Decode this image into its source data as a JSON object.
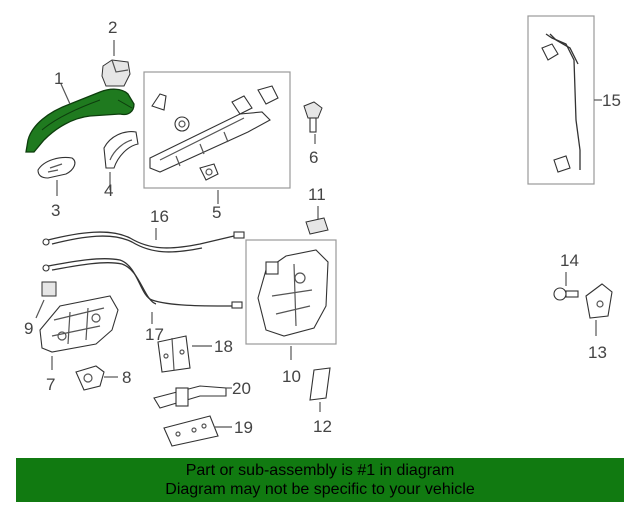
{
  "callouts": {
    "c1": "1",
    "c2": "2",
    "c3": "3",
    "c4": "4",
    "c5": "5",
    "c6": "6",
    "c7": "7",
    "c8": "8",
    "c9": "9",
    "c10": "10",
    "c11": "11",
    "c12": "12",
    "c13": "13",
    "c14": "14",
    "c15": "15",
    "c16": "16",
    "c17": "17",
    "c18": "18",
    "c19": "19",
    "c20": "20"
  },
  "banner": {
    "line1": "Part or sub-assembly is #1 in diagram",
    "line2": "Diagram may not be specific to your vehicle"
  },
  "colors": {
    "banner_background": "#117a11",
    "highlight_part": "#1f7a1f"
  }
}
